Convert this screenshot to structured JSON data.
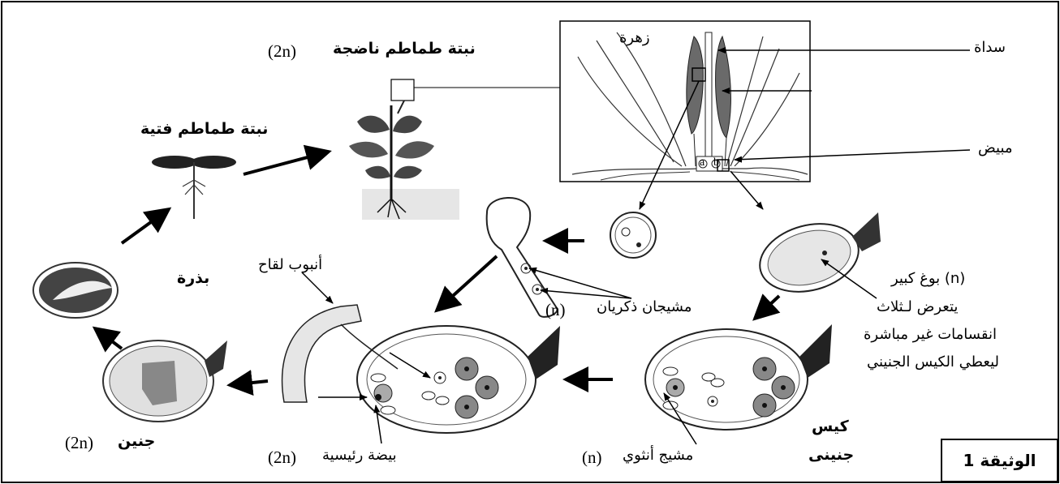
{
  "labels": {
    "flower": "زهرة",
    "stamen": "سداة",
    "ovary": "مبيض",
    "mature_plant": "نبتة طماطم ناضجة",
    "mature_ploidy": "(2n)",
    "young_plant": "نبتة طماطم فتية",
    "seed": "بذرة",
    "pollen_tube": "أنبوب لقاح",
    "male_gametophytes": "مشيجان ذكريان",
    "male_ploidy": "(n)",
    "macrospore_line1": "بوغ كبير (n)",
    "macrospore_line2": "يتعرض لـثلاث",
    "macrospore_line3": "انقسامات غير مباشرة",
    "macrospore_line4": "ليعطي الكيس الجنيني",
    "embryo_sac_line1": "كيس",
    "embryo_sac_line2": "جنينى",
    "female_gamete": "مشيج أنثوي",
    "female_ploidy": "(n)",
    "zygote": "بيضة رئيسية",
    "zygote_ploidy": "(2n)",
    "embryo": "جنين",
    "embryo_ploidy": "(2n)",
    "document": "الوثيقة 1",
    "flower_part_a": "a",
    "flower_part_b": "b"
  }
}
